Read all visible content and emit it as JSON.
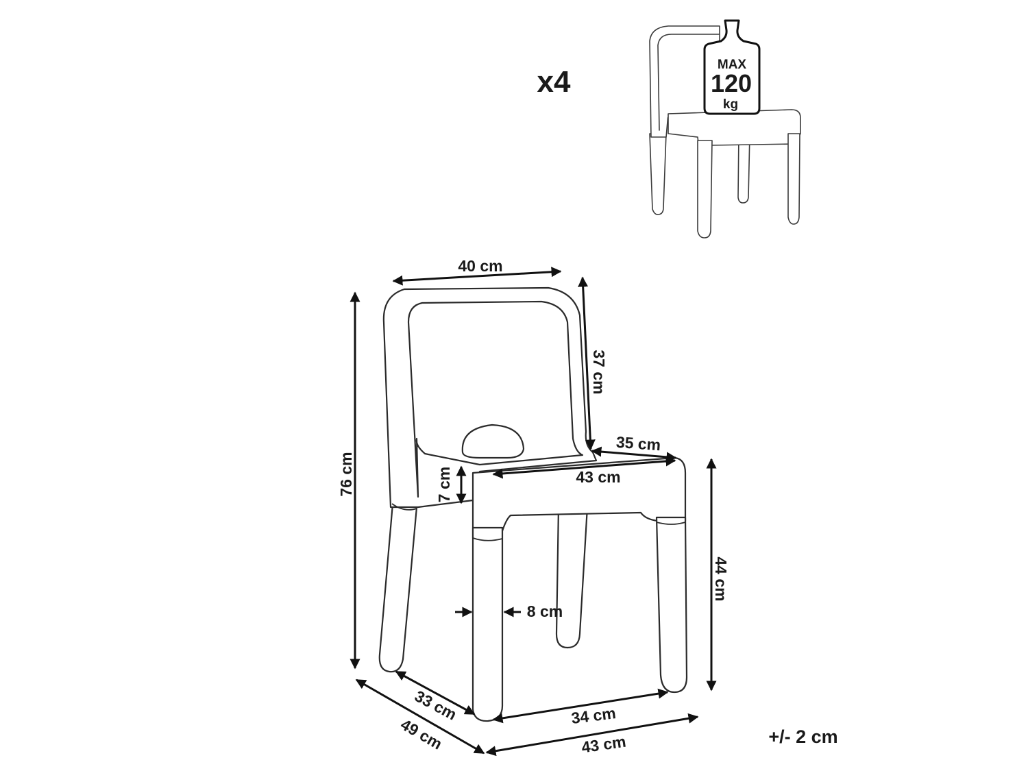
{
  "quantity": "x4",
  "load_badge": {
    "line1": "MAX",
    "line2": "120",
    "line3": "kg"
  },
  "dimensions": {
    "backrest_width": "40 cm",
    "backrest_height": "37 cm",
    "total_height": "76 cm",
    "seat_depth": "35 cm",
    "seat_width": "43 cm",
    "seat_thickness": "7 cm",
    "leg_width": "8 cm",
    "seat_height": "44 cm",
    "inner_depth": "33 cm",
    "total_depth": "49 cm",
    "inner_width": "34 cm",
    "total_width": "43 cm"
  },
  "tolerance": "+/- 2 cm"
}
